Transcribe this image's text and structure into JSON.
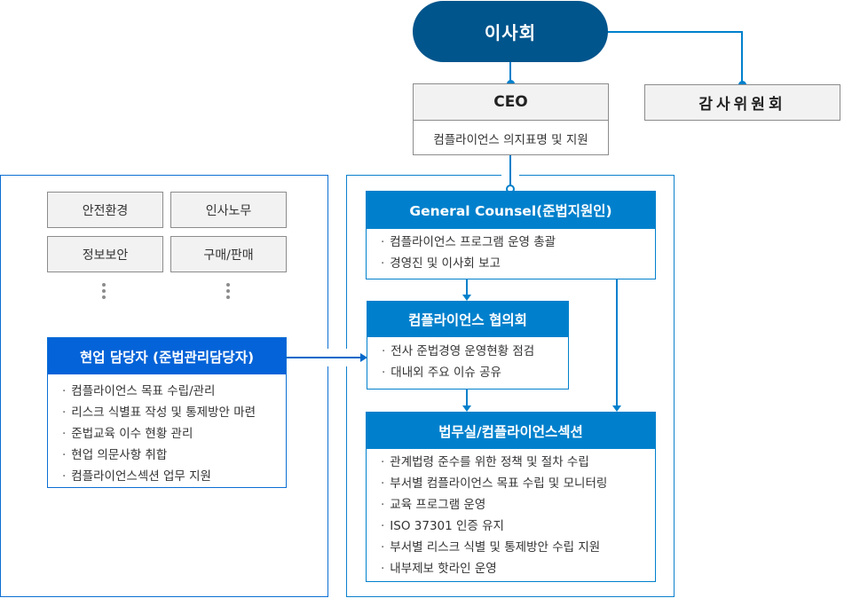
{
  "board": {
    "label": "이사회"
  },
  "ceo": {
    "title": "CEO",
    "description": "컴플라이언스 의지표명 및 지원"
  },
  "audit_committee": {
    "label": "감사위원회"
  },
  "departments": [
    {
      "label": "안전환경"
    },
    {
      "label": "인사노무"
    },
    {
      "label": "정보보안"
    },
    {
      "label": "구매/판매"
    }
  ],
  "field_manager": {
    "title": "현업 담당자 (준법관리담당자)",
    "items": [
      "컴플라이언스 목표 수립/관리",
      "리스크 식별표 작성 및 통제방안 마련",
      "준법교육 이수 현황 관리",
      "현업 의문사항 취합",
      "컴플라이언스섹션 업무 지원"
    ]
  },
  "general_counsel": {
    "title": "General Counsel(준법지원인)",
    "items": [
      "컴플라이언스 프로그램 운영 총괄",
      "경영진 및 이사회 보고"
    ]
  },
  "compliance_council": {
    "title": "컴플라이언스 협의회",
    "items": [
      "전사 준법경영 운영현황 점검",
      "대내외 주요 이슈 공유"
    ]
  },
  "legal_section": {
    "title": "법무실/컴플라이언스섹션",
    "items": [
      "관계법령 준수를 위한 정책 및 절차 수립",
      "부서별 컴플라이언스 목표 수립 및 모니터링",
      "교육 프로그램 운영",
      "ISO 37301 인증 유지",
      "부서별 리스크 식별 및 통제방안 수립 지원",
      "내부제보 핫라인 운영"
    ]
  },
  "colors": {
    "board_navy": "#00558c",
    "header_blue": "#0080cc",
    "field_header_blue": "#0463d8",
    "gray_box": "#f2f2f2",
    "gray_border": "#8c8c8c"
  }
}
